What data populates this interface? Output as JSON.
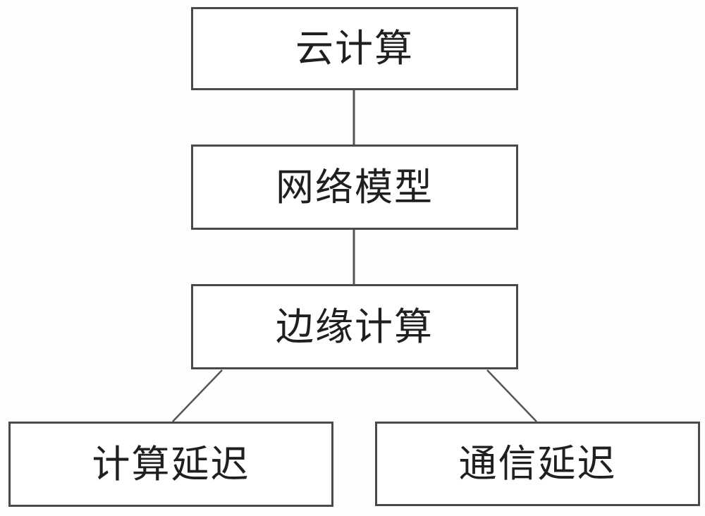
{
  "diagram": {
    "type": "flowchart",
    "background_color": "#ffffff",
    "box_border_color": "#4a4a4a",
    "line_color": "#555555",
    "text_color": "#1f1f1f",
    "nodes": {
      "cloud": {
        "label": "云计算"
      },
      "network_model": {
        "label": "网络模型"
      },
      "edge_computing": {
        "label": "边缘计算"
      },
      "compute_delay": {
        "label": "计算延迟"
      },
      "comm_delay": {
        "label": "通信延迟"
      }
    },
    "edges": [
      {
        "from": "cloud",
        "to": "network_model",
        "style": "vertical-line"
      },
      {
        "from": "network_model",
        "to": "edge_computing",
        "style": "vertical-line"
      },
      {
        "from": "edge_computing",
        "to": "compute_delay",
        "style": "diagonal-line"
      },
      {
        "from": "edge_computing",
        "to": "comm_delay",
        "style": "diagonal-line"
      }
    ]
  }
}
